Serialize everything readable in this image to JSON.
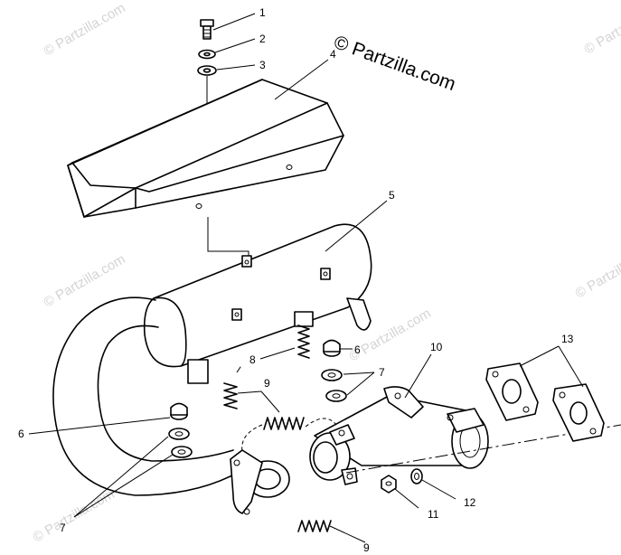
{
  "watermark": {
    "main": "© Partzilla.com",
    "faint": "© Partzilla.com"
  },
  "callouts": [
    {
      "id": "1",
      "label": "1"
    },
    {
      "id": "2",
      "label": "2"
    },
    {
      "id": "3",
      "label": "3"
    },
    {
      "id": "4",
      "label": "4"
    },
    {
      "id": "5",
      "label": "5"
    },
    {
      "id": "6a",
      "label": "6"
    },
    {
      "id": "6b",
      "label": "6"
    },
    {
      "id": "7a",
      "label": "7"
    },
    {
      "id": "7b",
      "label": "7"
    },
    {
      "id": "8",
      "label": "8"
    },
    {
      "id": "9a",
      "label": "9"
    },
    {
      "id": "9b",
      "label": "9"
    },
    {
      "id": "10",
      "label": "10"
    },
    {
      "id": "11",
      "label": "11"
    },
    {
      "id": "12",
      "label": "12"
    },
    {
      "id": "13",
      "label": "13"
    }
  ]
}
